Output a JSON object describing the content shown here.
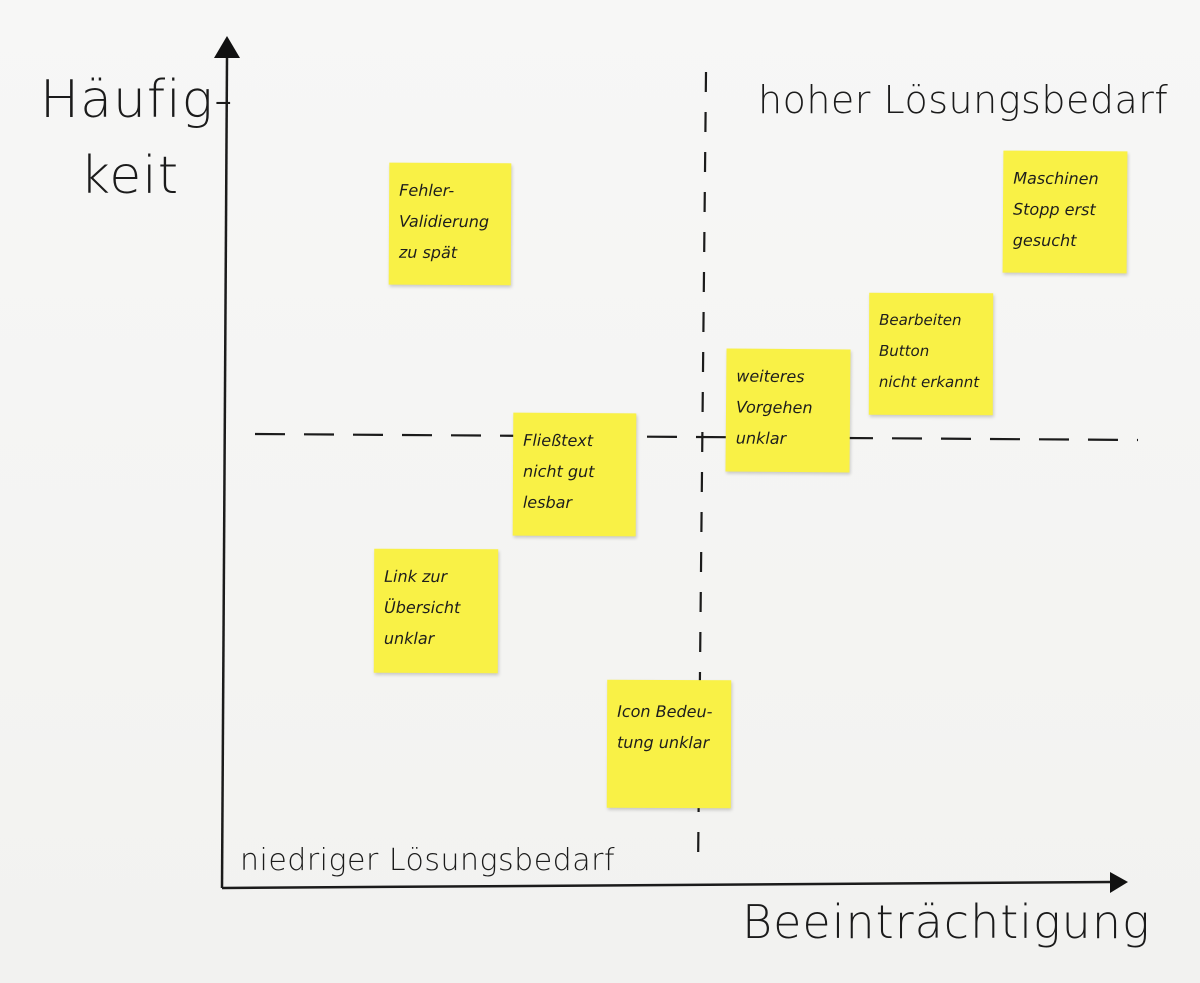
{
  "axes": {
    "y_title_lines": [
      "Häufig-",
      "keit"
    ],
    "x_title": "Beeinträchtigung"
  },
  "quadrants": {
    "high": "hoher Lösungsbedarf",
    "low": "niedriger Lösungsbedarf"
  },
  "notes": [
    {
      "id": "fehler",
      "lines": [
        "Fehler-",
        "Validierung",
        "zu spät"
      ]
    },
    {
      "id": "maschinen",
      "lines": [
        "Maschinen",
        "Stopp erst",
        "gesucht"
      ]
    },
    {
      "id": "bearbeiten",
      "lines": [
        "Bearbeiten",
        "Button",
        "nicht erkannt"
      ]
    },
    {
      "id": "weiteres",
      "lines": [
        "weiteres",
        "Vorgehen",
        "unklar"
      ]
    },
    {
      "id": "fliesstext",
      "lines": [
        "Fließtext",
        "nicht gut",
        "lesbar"
      ]
    },
    {
      "id": "link",
      "lines": [
        "Link zur",
        "Übersicht",
        "unklar"
      ]
    },
    {
      "id": "icon",
      "lines": [
        "Icon Bedeu-",
        "tung unklar"
      ]
    }
  ],
  "colors": {
    "note": "#f9f146",
    "ink": "#1b1b1b",
    "board": "#f4f4f2"
  }
}
